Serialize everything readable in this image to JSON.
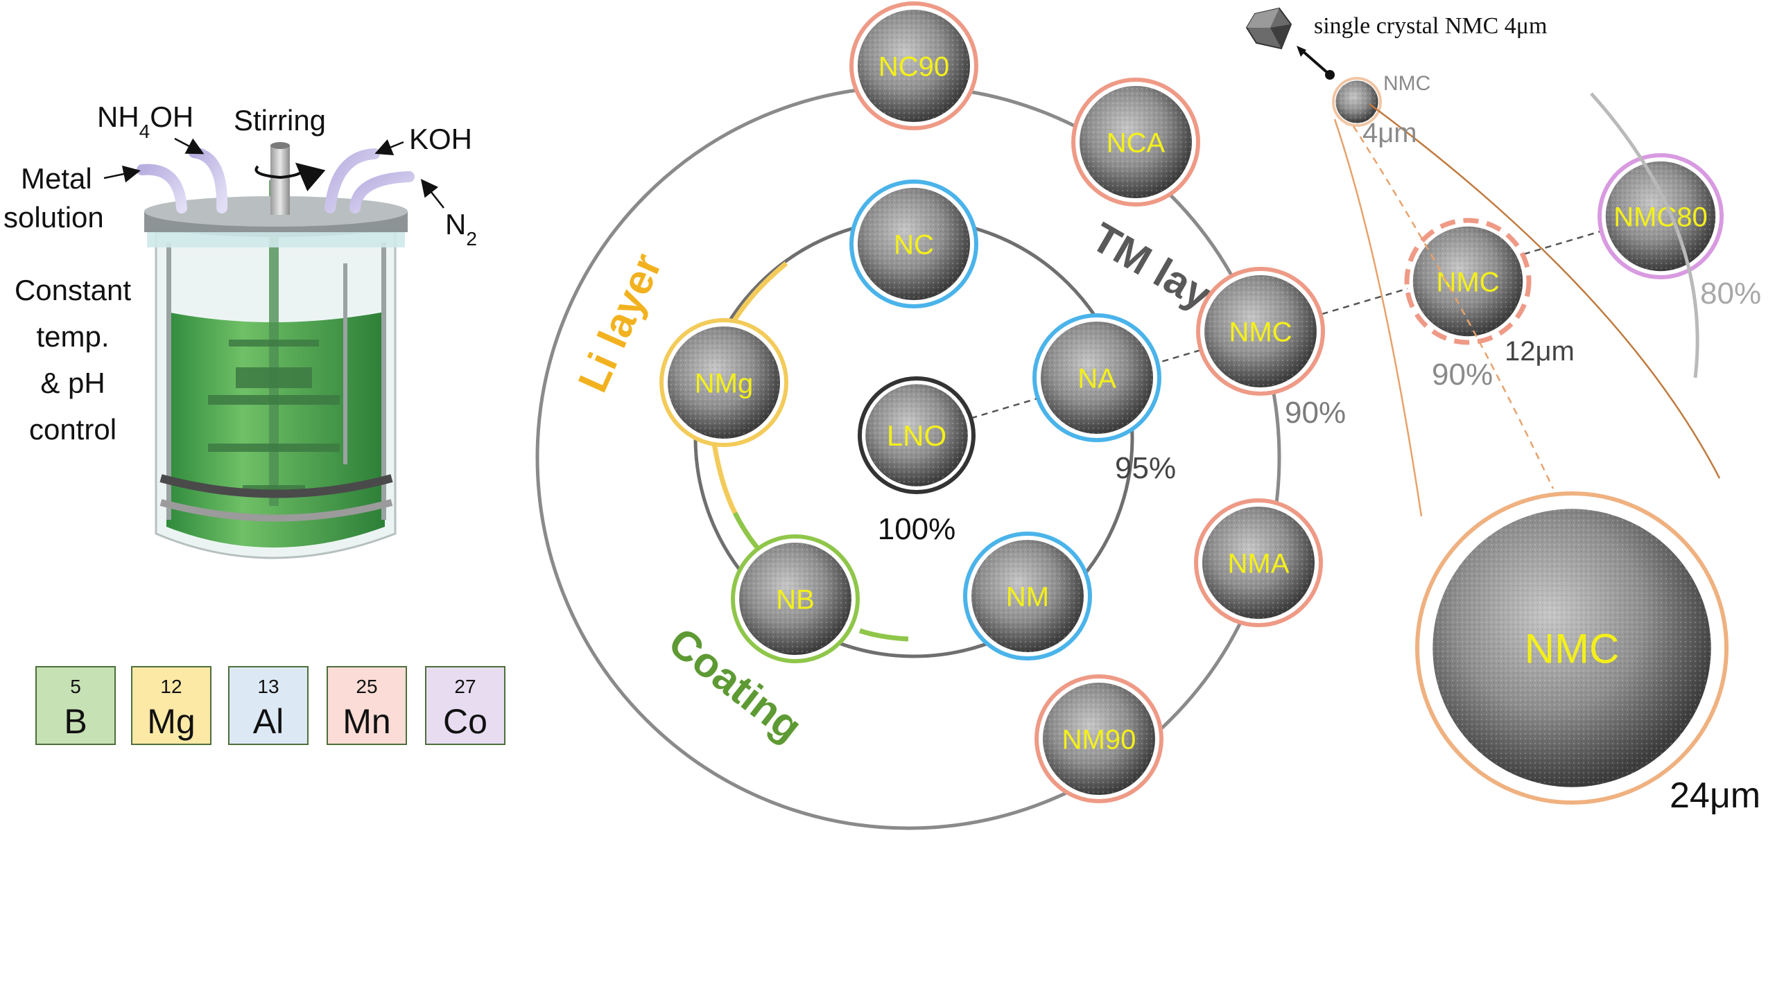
{
  "reactor": {
    "nh4oh": "NH4OH",
    "stirring": "Stirring",
    "koh": "KOH",
    "metal_line1": "Metal",
    "metal_line2": "solution",
    "n2": "N2",
    "control_line1": "Constant",
    "control_line2": "temp.",
    "control_line3": "& pH",
    "control_line4": "control"
  },
  "elements": [
    {
      "number": "5",
      "symbol": "B",
      "color": "#c6e1b4",
      "border": "#4d6e3a"
    },
    {
      "number": "12",
      "symbol": "Mg",
      "color": "#fde9a6",
      "border": "#4d6e3a"
    },
    {
      "number": "13",
      "symbol": "Al",
      "color": "#dce9f5",
      "border": "#4d6e3a"
    },
    {
      "number": "25",
      "symbol": "Mn",
      "color": "#fbdcd6",
      "border": "#4d6e3a"
    },
    {
      "number": "27",
      "symbol": "Co",
      "color": "#e8dcf1",
      "border": "#4d6e3a"
    }
  ],
  "rings": {
    "tm_layer": "TM layer",
    "li_layer": "Li layer",
    "coating": "Coating"
  },
  "center": {
    "name": "LNO",
    "percent": "100%"
  },
  "inner_particles": [
    {
      "name": "NC",
      "ring": "#4ab3ea"
    },
    {
      "name": "NA",
      "ring": "#4ab3ea"
    },
    {
      "name": "NM",
      "ring": "#4ab3ea"
    },
    {
      "name": "NB",
      "ring": "#8fc64a"
    },
    {
      "name": "NMg",
      "ring": "#f3cb5a"
    }
  ],
  "inner_percent": "95%",
  "outer_particles": [
    {
      "name": "NC90",
      "ring": "#ee9a86"
    },
    {
      "name": "NCA",
      "ring": "#ee9a86"
    },
    {
      "name": "NMC",
      "ring": "#ee9a86"
    },
    {
      "name": "NMA",
      "ring": "#ee9a86"
    },
    {
      "name": "NM90",
      "ring": "#ee9a86"
    }
  ],
  "outer_percent": "90%",
  "size_series": {
    "single_crystal_label": "single crystal NMC 4μm",
    "small": {
      "name": "NMC",
      "size": "4μm"
    },
    "mid": {
      "name": "NMC",
      "size": "12μm",
      "percent": "90%"
    },
    "large": {
      "name": "NMC",
      "size": "24μm"
    },
    "nmc80": {
      "name": "NMC80",
      "percent": "80%"
    }
  },
  "colors": {
    "label_text": "#f4f01a",
    "ring_gray": "#8a8a8a",
    "tm_gray": "#595959",
    "li_orange": "#f2b21f",
    "coating_green": "#5e9a34",
    "percent_gray": "#7b7b7b",
    "orange_line": "#e7a26c"
  }
}
